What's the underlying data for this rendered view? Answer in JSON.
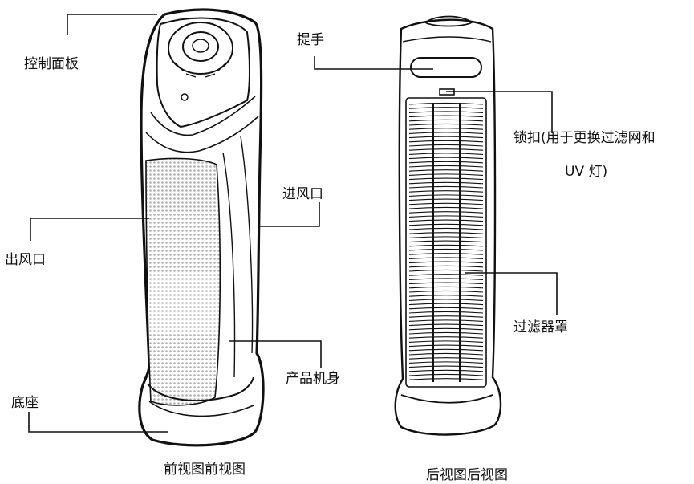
{
  "front_view": {
    "caption": "前视图前视图",
    "labels": {
      "control_panel": "控制面板",
      "air_outlet": "出风口",
      "air_inlet": "进风口",
      "product_body": "产品机身",
      "base": "底座"
    }
  },
  "rear_view": {
    "caption": "后视图后视图",
    "labels": {
      "handle": "提手",
      "lock_line1": "锁扣(用于更换过滤网和",
      "lock_line2": "UV 灯)",
      "filter_cover": "过滤器罩"
    }
  },
  "colors": {
    "ink": "#111111",
    "grille": "#9a9a9a",
    "mesh": "#b5b5b5"
  }
}
